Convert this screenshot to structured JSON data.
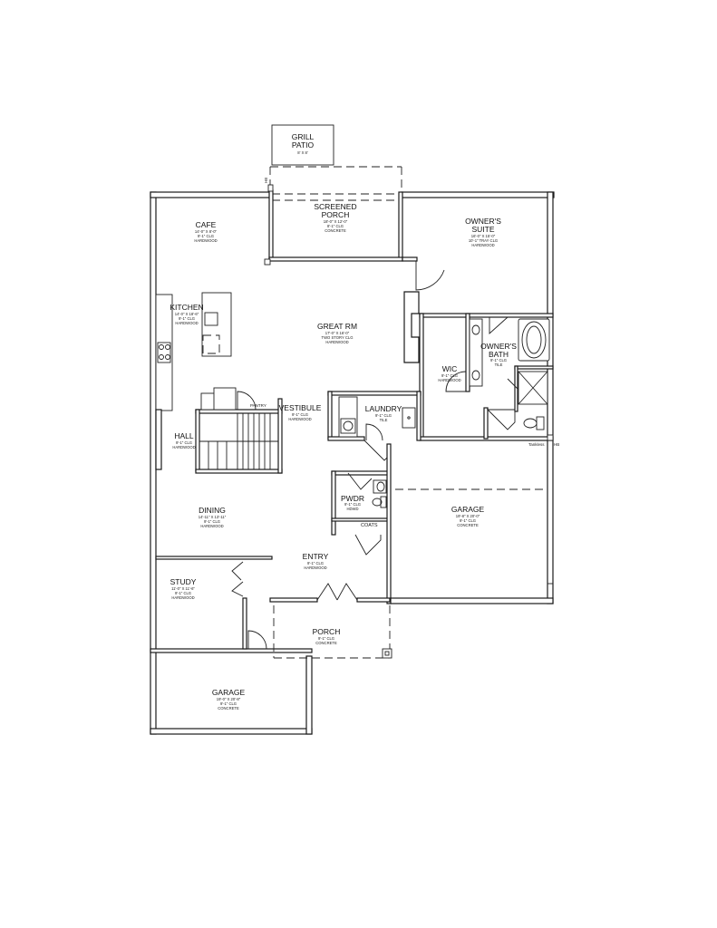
{
  "rooms": {
    "grill_patio": {
      "line1": "GRILL",
      "line2": "PATIO",
      "dim": "8' X 8'"
    },
    "screened_porch": {
      "line1": "SCREENED",
      "line2": "PORCH",
      "dim": "18'-0\" X 12'-0\"",
      "ceiling": "8'-1\" CLG",
      "floor": "CONCRETE"
    },
    "cafe": {
      "name": "CAFE",
      "dim": "14'-0\" X 8'-0\"",
      "ceiling": "9'-1\" CLG",
      "floor": "HARDWOOD"
    },
    "owners_suite": {
      "line1": "OWNER'S",
      "line2": "SUITE",
      "dim": "16'-0\" X 15'-0\"",
      "ceiling": "10'-1\" TRAY CLG",
      "floor": "HARDWOOD"
    },
    "kitchen": {
      "name": "KITCHEN",
      "dim": "14'-0\" X 18'-6\"",
      "ceiling": "9'-1\" CLG",
      "floor": "HARDWOOD"
    },
    "great_rm": {
      "name": "GREAT RM",
      "dim": "17'-0\" X 16'-0\"",
      "ceiling": "TWO STORY CLG",
      "floor": "HARDWOOD"
    },
    "owners_bath": {
      "line1": "OWNER'S",
      "line2": "BATH",
      "ceiling": "9'-1\" CLG",
      "floor": "TILE"
    },
    "wic": {
      "name": "WIC",
      "ceiling": "9'-1\" CLG",
      "floor": "HARDWOOD"
    },
    "pantry": {
      "name": "PANTRY"
    },
    "vestibule": {
      "name": "VESTIBULE",
      "ceiling": "9'-1\" CLG",
      "floor": "HARDWOOD"
    },
    "laundry": {
      "name": "LAUNDRY",
      "ceiling": "9'-1\" CLG",
      "floor": "TILE"
    },
    "hall": {
      "name": "HALL",
      "ceiling": "9'-1\" CLG",
      "floor": "HARDWOOD"
    },
    "pwdr": {
      "name": "PWDR",
      "ceiling": "9'-1\" CLG",
      "floor": "HDWD"
    },
    "coats": {
      "name": "COATS"
    },
    "garage_main": {
      "name": "GARAGE",
      "dim": "19'-8\" X 20'-0\"",
      "ceiling": "9'-1\" CLG",
      "floor": "CONCRETE"
    },
    "dining": {
      "name": "DINING",
      "dim": "14'-11\" X 13'-11\"",
      "ceiling": "9'-1\" CLG",
      "floor": "HARDWOOD"
    },
    "entry": {
      "name": "ENTRY",
      "ceiling": "9'-1\" CLG",
      "floor": "HARDWOOD"
    },
    "study": {
      "name": "STUDY",
      "dim": "11'-0\" X 11'-6\"",
      "ceiling": "9'-1\" CLG",
      "floor": "HARDWOOD"
    },
    "porch": {
      "name": "PORCH",
      "ceiling": "9'-1\" CLG",
      "floor": "CONCRETE"
    },
    "garage_side": {
      "name": "GARAGE",
      "dim": "19'-0\" X 20'-8\"",
      "ceiling": "9'-1\" CLG",
      "floor": "CONCRETE"
    }
  },
  "notes": {
    "tankless": "Tankless",
    "hb_right": "HB",
    "hb_top": "HB"
  }
}
